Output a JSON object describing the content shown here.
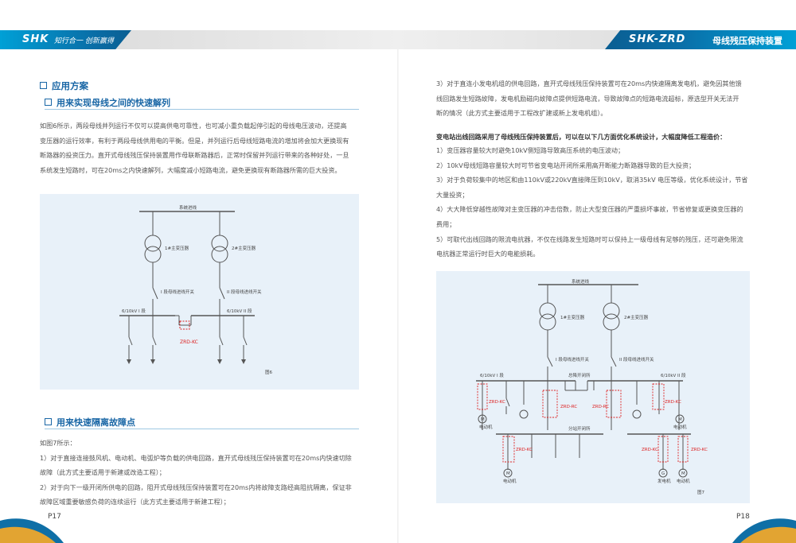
{
  "header": {
    "brand": "SHK",
    "slogan": "知行合一 创新赢得",
    "brand_right": "SHK-ZRD",
    "title_right": "母线残压保持装置"
  },
  "left": {
    "section_title": "应用方案",
    "sub1": "用来实现母线之间的快速解列",
    "para1": [
      "如图6所示，两段母线并列运行不仅可以提高供电可靠性，也可减小重负载起停引起的母线电压波动，还提高",
      "变压器的运行效率，有利于两段母线供用电的平衡。但是，并列运行后母线短路电流的增加将会加大更换现有",
      "断路器的投资压力。直开式母线残压保持装置用作母联断路器后，正常时保留并列运行带来的各种好处，一旦",
      "系统发生短路时，可在20ms之内快速解列，大幅度减小短路电流，避免更换现有断路器所需的巨大投资。"
    ],
    "fig6": {
      "label_line": "系统进线",
      "t1": "1#主变压器",
      "t2": "2#主变压器",
      "sw1": "I 段母线进线开关",
      "sw2": "II 段母线进线开关",
      "bus1": "6/10kV I 段",
      "bus2": "6/10kV II 段",
      "device": "ZRD-KC",
      "caption": "图6"
    },
    "sub2": "用来快速隔离故障点",
    "para2": [
      "如图7所示：",
      "1）对于直接连接鼓风机、电动机、电弧炉等负载的供电回路，直开式母线残压保持装置可在20ms内快速切除",
      "故障（此方式主要适用于新建或改造工程）；",
      "2）对于向下一级开闭所供电的回路，阻开式母线残压保持装置可在20ms内将故障支路经高阻抗隔离，保证非",
      "故障区域重要敏感负荷的连续运行（此方式主要适用于新建工程）；"
    ],
    "page": "P17"
  },
  "right": {
    "para1": [
      "3）对于直连小发电机组的供电回路，直开式母线残压保持装置可在20ms内快速隔离发电机，避免因其他馈",
      "线回路发生短路故障，发电机励磁向故障点提供短路电流，导致故障点的短路电流超标，原选型开关无法开",
      "断的情况（此方式主要适用于工程改扩建或新上发电机组）。"
    ],
    "bold_line": "变电站出线回路采用了母线残压保持装置后，可以在以下几方面优化系统设计，大幅度降低工程造价：",
    "para2": [
      "1）变压器容量较大时避免10kV侧短路导致高压系统的电压波动；",
      "2）10kV母线短路容量较大时可节省变电站开闭所采用高开断能力断路器导致的巨大投资；",
      "3）对于负荷较集中的地区和由110kV或220kV直接降压到10kV，取消35kV    电压等级，优化系统设计，节省",
      "大量投资；",
      "4）大大降低穿越性故障对主变压器的冲击倍数，防止大型变压器的严重损坏事故，节省修复或更换变压器的",
      "费用；",
      "5）可取代出线回路的限流电抗器，不仅在线路发生短路时可以保持上一级母线有足够的残压，还可避免限流",
      "电抗器正常运行时巨大的电能损耗。"
    ],
    "fig7": {
      "label_line": "系统进线",
      "t1": "1#主变压器",
      "t2": "2#主变压器",
      "sw1": "I 段母线进线开关",
      "sw2": "II 段母线进线开关",
      "bus1": "6/10kV I 段",
      "bus2": "6/10kV II 段",
      "hub": "总降开闭所",
      "sub": "分站开闭所",
      "dev": "ZRD-KC",
      "dev_r": "ZRD-RC",
      "motor": "电动机",
      "gen": "发电机",
      "m": "M",
      "g": "G",
      "caption": "图7"
    },
    "page": "P18"
  }
}
